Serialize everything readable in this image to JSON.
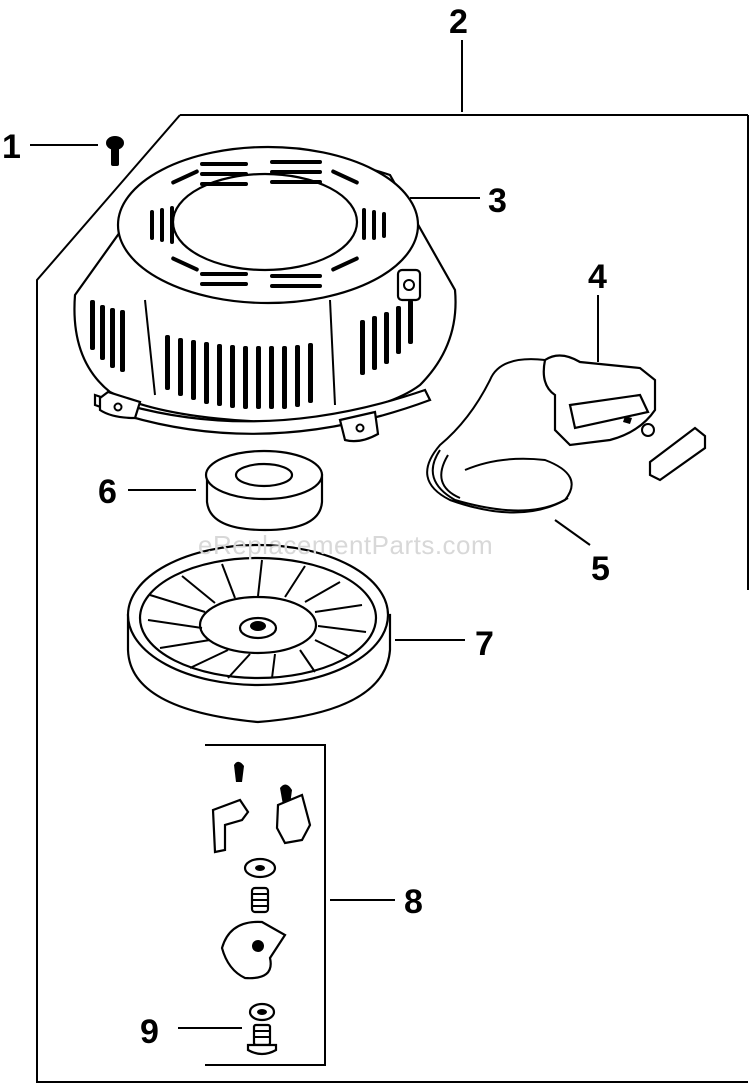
{
  "watermark": "eReplacementParts.com",
  "callouts": [
    {
      "id": "1",
      "label": "1"
    },
    {
      "id": "2",
      "label": "2"
    },
    {
      "id": "3",
      "label": "3"
    },
    {
      "id": "4",
      "label": "4"
    },
    {
      "id": "5",
      "label": "5"
    },
    {
      "id": "6",
      "label": "6"
    },
    {
      "id": "7",
      "label": "7"
    },
    {
      "id": "8",
      "label": "8"
    },
    {
      "id": "9",
      "label": "9"
    }
  ]
}
